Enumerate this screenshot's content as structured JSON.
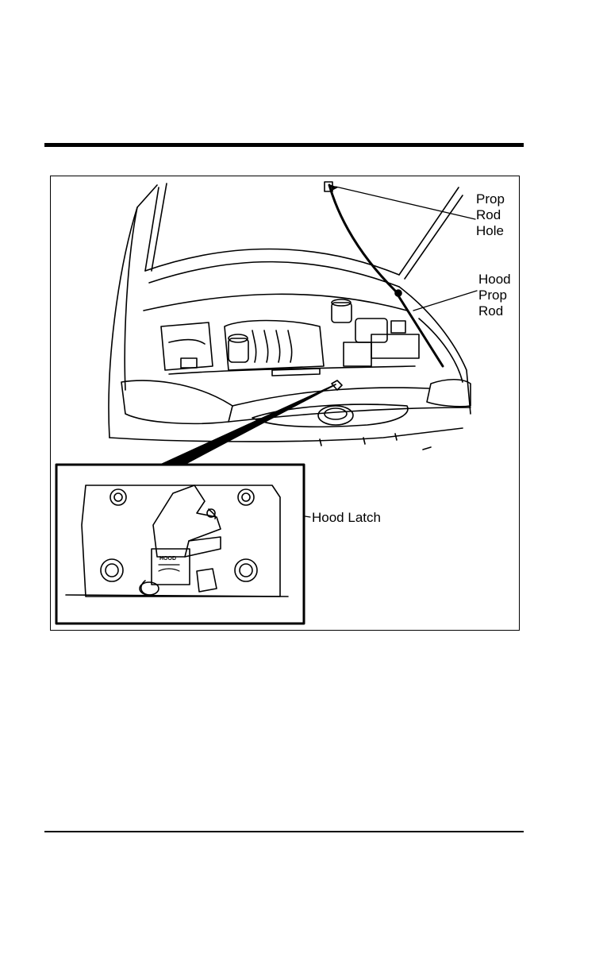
{
  "figure": {
    "labels": {
      "prop_rod_hole": [
        "Prop",
        "Rod",
        "Hole"
      ],
      "hood_prop_rod": [
        "Hood",
        "Prop",
        "Rod"
      ],
      "hood_latch": "Hood Latch"
    },
    "inset_lock_text": "HOOD"
  }
}
